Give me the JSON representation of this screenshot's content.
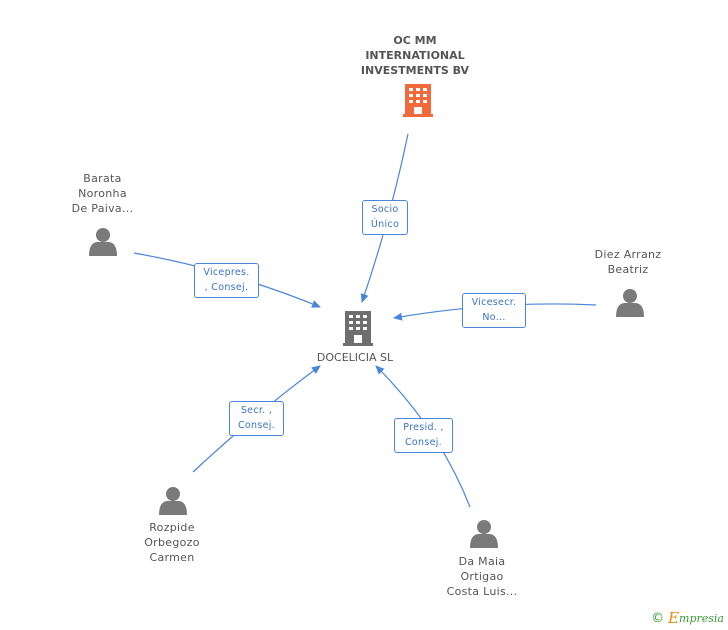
{
  "center": {
    "name": "DOCELICIA SL"
  },
  "parent_company": {
    "name": "OC MM\nINTERNATIONAL\nINVESTMENTS BV",
    "relation": "Socio\nÚnico"
  },
  "people": [
    {
      "name": "Barata\nNoronha\nDe Paiva...",
      "relation": "Vicepres.\n, Consej."
    },
    {
      "name": "Diez Arranz\nBeatriz",
      "relation": "Vicesecr.\nNo..."
    },
    {
      "name": "Rozpide\nOrbegozo\nCarmen",
      "relation": "Secr. ,\nConsej."
    },
    {
      "name": "Da Maia\nOrtigao\nCosta Luis...",
      "relation": "Presid. ,\nConsej."
    }
  ],
  "colors": {
    "edge": "#4a86d8",
    "person_icon": "#7a7a7a",
    "center_icon": "#6e6e6e",
    "parent_icon": "#f26a3c"
  },
  "icons": {
    "person": "person-icon",
    "building": "building-icon"
  },
  "footer": {
    "copyright": "©",
    "brand_initial": "E",
    "brand_rest": "mpresia"
  }
}
